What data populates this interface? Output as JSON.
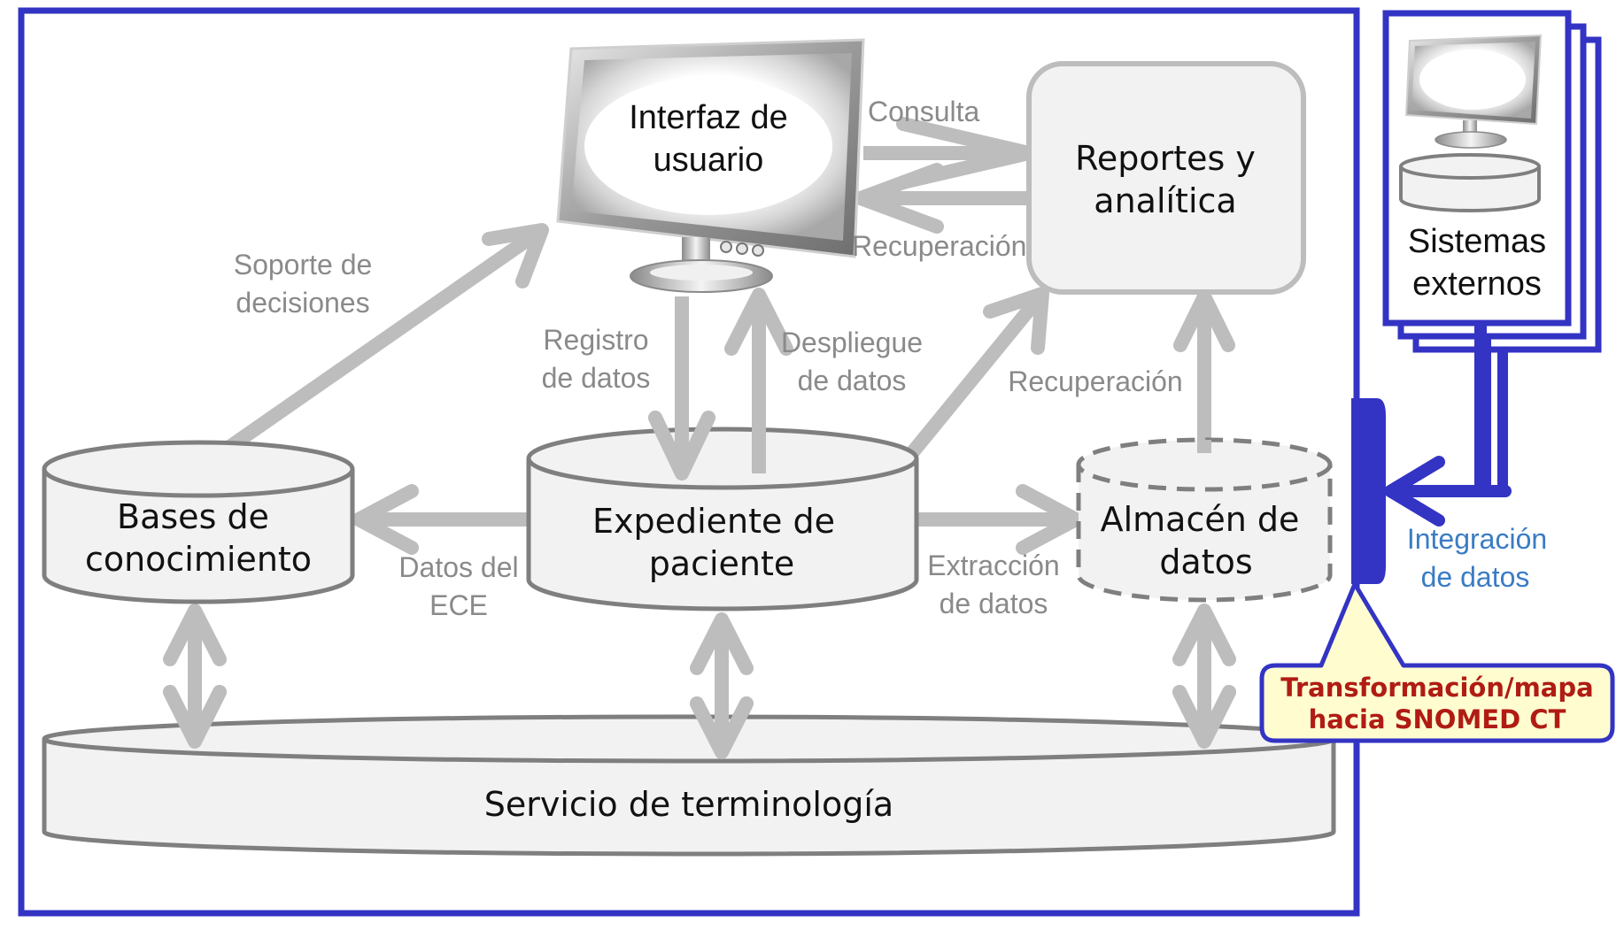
{
  "diagram": {
    "title": "Arquitectura de sistema con integración SNOMED CT",
    "colors": {
      "frame": "#3333c4",
      "arrow": "#bdbdbd",
      "node_fill": "#f2f2f2",
      "node_stroke": "#7f7f7f",
      "integration_text": "#3a7cc4",
      "callout_text": "#b01c14",
      "callout_fill": "#fffdd0"
    },
    "nodes": {
      "user_interface": {
        "line1": "Interfaz de",
        "line2": "usuario",
        "icon": "monitor-icon"
      },
      "reports": {
        "line1": "Reportes y",
        "line2": "analítica"
      },
      "knowledge_bases": {
        "line1": "Bases de",
        "line2": "conocimiento",
        "shape": "database-cylinder"
      },
      "patient_record": {
        "line1": "Expediente de",
        "line2": "paciente",
        "shape": "database-cylinder"
      },
      "data_warehouse": {
        "line1": "Almacén de",
        "line2": "datos",
        "shape": "dashed-database-cylinder"
      },
      "terminology_service": {
        "label": "Servicio de terminología",
        "shape": "database-cylinder"
      },
      "external_systems": {
        "line1": "Sistemas",
        "line2": "externos",
        "icon": "monitor-database-icon"
      }
    },
    "edges": {
      "decision_support": {
        "line1": "Soporte de",
        "line2": "decisiones"
      },
      "query": {
        "label": "Consulta"
      },
      "retrieval_top": {
        "label": "Recuperación"
      },
      "data_entry": {
        "line1": "Registro",
        "line2": "de datos"
      },
      "data_display": {
        "line1": "Despliegue",
        "line2": "de datos"
      },
      "retrieval_mid": {
        "label": "Recuperación"
      },
      "ehr_data": {
        "line1": "Datos del",
        "line2": "ECE"
      },
      "data_extraction": {
        "line1": "Extracción",
        "line2": "de datos"
      },
      "data_integration": {
        "line1": "Integración",
        "line2": "de datos"
      }
    },
    "callout": {
      "line1": "Transformación/mapa",
      "line2": "hacia SNOMED CT"
    }
  }
}
